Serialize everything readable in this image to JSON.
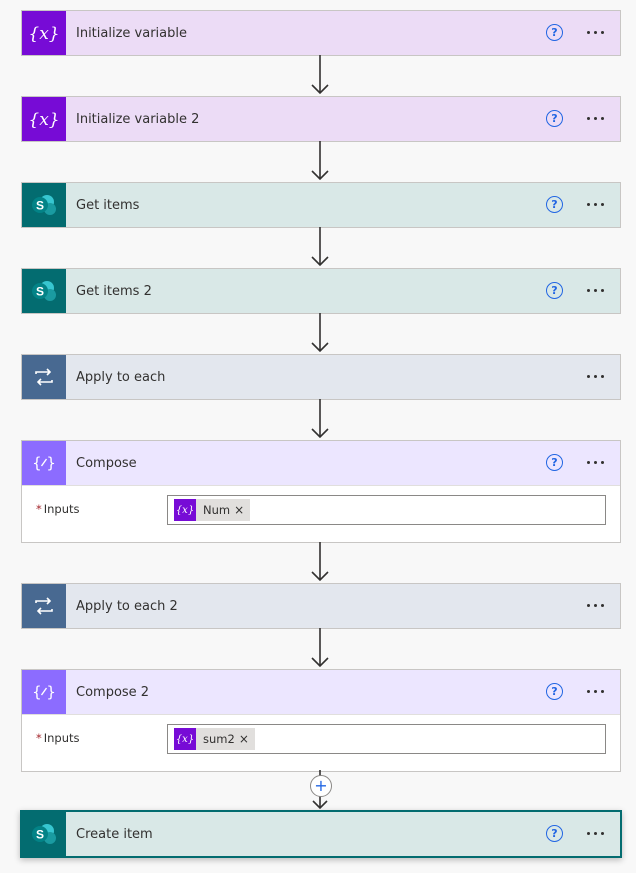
{
  "steps": [
    {
      "title": "Initialize variable",
      "type": "variable"
    },
    {
      "title": "Initialize variable 2",
      "type": "variable"
    },
    {
      "title": "Get items",
      "type": "sharepoint"
    },
    {
      "title": "Get items 2",
      "type": "sharepoint"
    },
    {
      "title": "Apply to each",
      "type": "loop"
    },
    {
      "title": "Compose",
      "type": "compose",
      "input_label": "Inputs",
      "required_mark": "*",
      "token": "Num",
      "token_remove": "×"
    },
    {
      "title": "Apply to each 2",
      "type": "loop"
    },
    {
      "title": "Compose 2",
      "type": "compose",
      "input_label": "Inputs",
      "required_mark": "*",
      "token": "sum2",
      "token_remove": "×"
    },
    {
      "title": "Create item",
      "type": "sharepoint"
    }
  ],
  "help_glyph": "?",
  "add_glyph": "+",
  "icons": {
    "variable": "variable-icon",
    "sharepoint": "sharepoint-icon",
    "loop": "loop-icon",
    "compose": "compose-icon",
    "help": "help-icon",
    "more": "more-options-icon",
    "add": "plus-icon"
  },
  "colors": {
    "variable": "#770bd6",
    "sharepoint": "#036c70",
    "loop": "#486991",
    "compose": "#8c6cff",
    "help": "#2266e3"
  }
}
